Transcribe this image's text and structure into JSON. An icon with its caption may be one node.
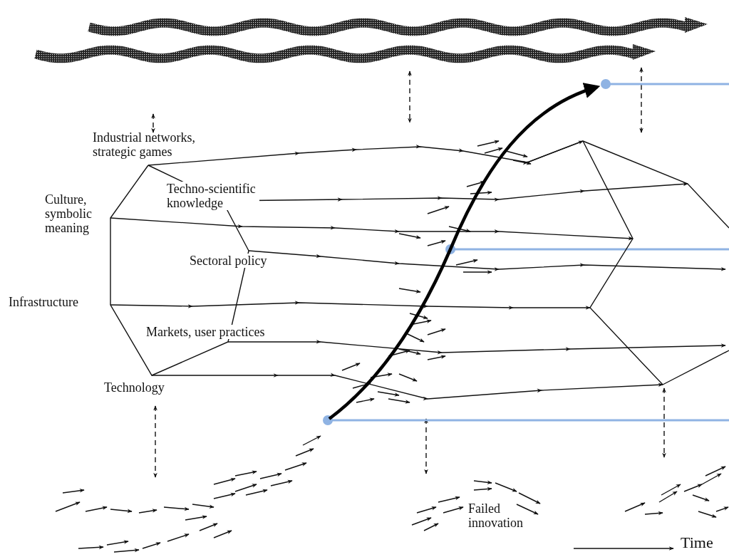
{
  "diagram": {
    "nodes": [
      {
        "text": [
          "Industrial networks, strategic games",
          "Techno-scientific knowledge",
          "Culture, symbolic meaning",
          "Sectoral policy",
          "Infrastructure",
          "Markets, user practices",
          "Technology"
        ]
      },
      {
        "text": [],
        "shape": "hexagon"
      }
    ],
    "edges": [
      {
        "from": 0,
        "to": 1,
        "arrow": "to"
      },
      {
        "from": 0,
        "to": 1,
        "arrow": "to"
      },
      {
        "from": 0,
        "to": 1,
        "arrow": "to"
      },
      {
        "from": 0,
        "to": 1,
        "arrow": "to"
      },
      {
        "from": 0,
        "to": 1,
        "arrow": "to"
      },
      {
        "from": 0,
        "to": 1,
        "arrow": "to"
      },
      {
        "from": 0,
        "to": 1,
        "arrow": "to"
      }
    ],
    "labels": [
      "Failed innovation",
      "Time"
    ]
  }
}
